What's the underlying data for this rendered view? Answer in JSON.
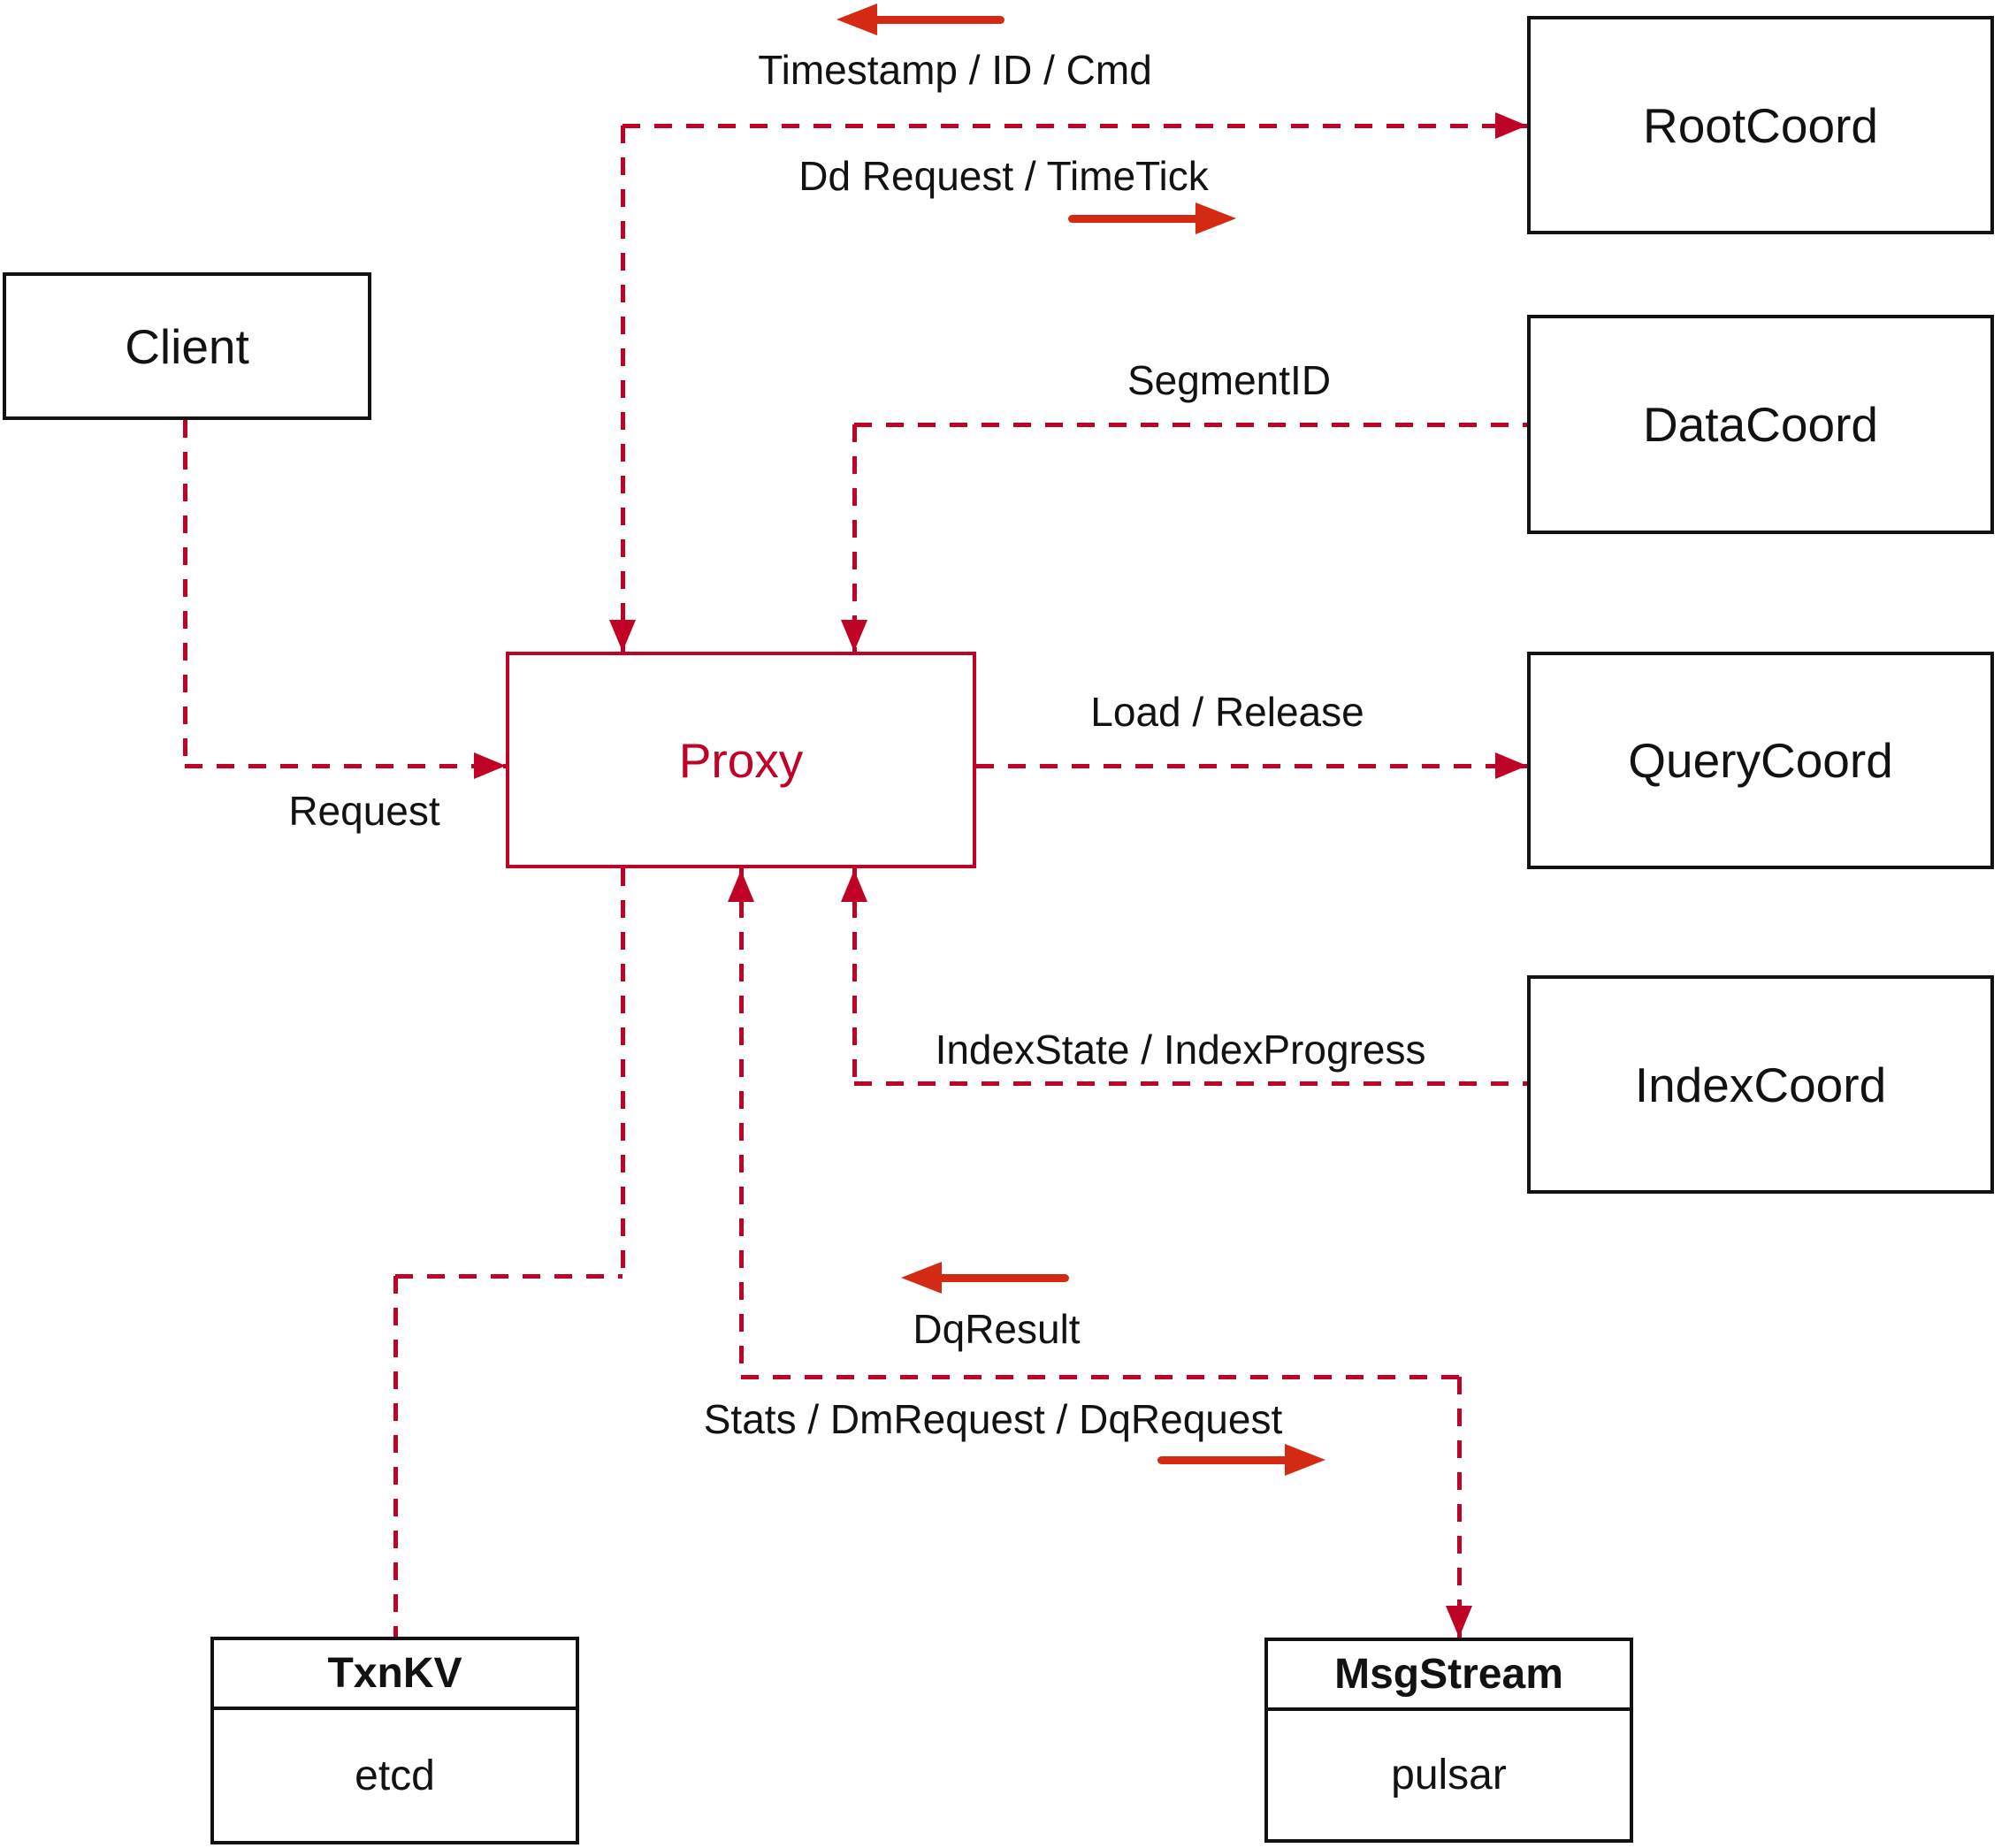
{
  "diagram_type": "architecture-diagram",
  "nodes": {
    "client": {
      "label": "Client"
    },
    "proxy": {
      "label": "Proxy"
    },
    "rootcoord": {
      "label": "RootCoord"
    },
    "datacoord": {
      "label": "DataCoord"
    },
    "querycoord": {
      "label": "QueryCoord"
    },
    "indexcoord": {
      "label": "IndexCoord"
    },
    "txnkv": {
      "title": "TxnKV",
      "body": "etcd"
    },
    "msgstream": {
      "title": "MsgStream",
      "body": "pulsar"
    }
  },
  "labels": {
    "timestamp_id_cmd": "Timestamp / ID / Cmd",
    "dd_request_timetick": "Dd Request / TimeTick",
    "segment_id": "SegmentID",
    "load_release": "Load / Release",
    "index_state": "IndexState / IndexProgress",
    "dq_result": "DqResult",
    "stats_dm_dq": "Stats / DmRequest / DqRequest",
    "request": "Request"
  },
  "edges": [
    {
      "from": "proxy",
      "to": "rootcoord",
      "style": "dashed",
      "labels": [
        "Timestamp / ID / Cmd",
        "Dd Request / TimeTick"
      ]
    },
    {
      "from": "datacoord",
      "to": "proxy",
      "style": "dashed",
      "labels": [
        "SegmentID"
      ]
    },
    {
      "from": "proxy",
      "to": "querycoord",
      "style": "dashed",
      "labels": [
        "Load / Release"
      ]
    },
    {
      "from": "indexcoord",
      "to": "proxy",
      "style": "dashed",
      "labels": [
        "IndexState / IndexProgress"
      ]
    },
    {
      "from": "client",
      "to": "proxy",
      "style": "dashed",
      "labels": [
        "Request"
      ]
    },
    {
      "from": "proxy",
      "to": "txnkv",
      "style": "dashed",
      "labels": []
    },
    {
      "from": "proxy",
      "to": "msgstream",
      "style": "dashed",
      "labels": [
        "DqResult",
        "Stats / DmRequest / DqRequest"
      ]
    }
  ],
  "colors": {
    "dashed_line": "#c00227",
    "solid_arrow": "#d42a14",
    "box_border": "#121212",
    "text": "#121212",
    "background": "#ffffff"
  }
}
